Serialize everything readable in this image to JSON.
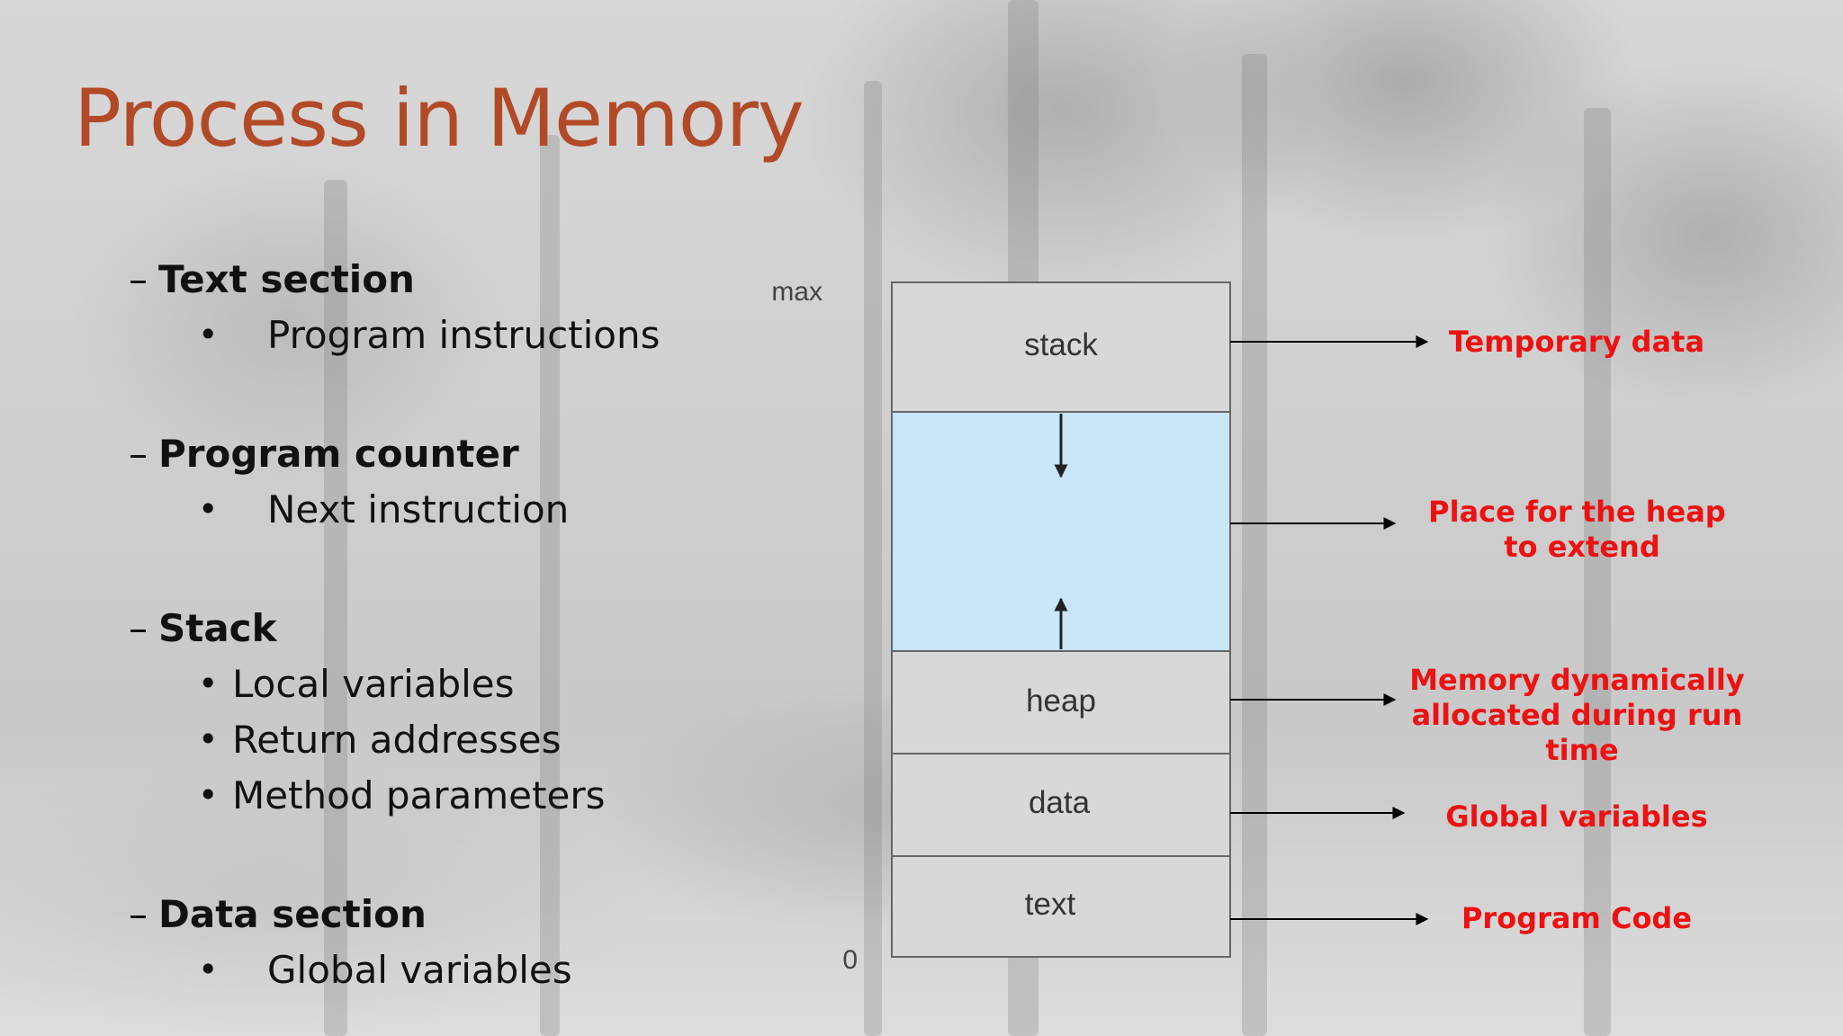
{
  "slide": {
    "title": "Process in Memory",
    "sections": [
      {
        "label": "Text section",
        "items": [
          "Program instructions"
        ]
      },
      {
        "label": "Program counter",
        "items": [
          "Next instruction"
        ]
      },
      {
        "label": "Stack",
        "items": [
          "Local variables",
          "Return addresses",
          "Method parameters"
        ]
      },
      {
        "label": "Data section",
        "items": [
          "Global variables"
        ]
      }
    ],
    "dash": "–",
    "bullet": "•"
  },
  "diagram": {
    "top_label": "max",
    "bottom_label": "0",
    "segments": [
      "stack",
      "heap",
      "data",
      "text"
    ],
    "annotations": [
      [
        "Temporary data"
      ],
      [
        "Place for the heap",
        "to extend"
      ],
      [
        "Memory dynamically",
        "allocated during run",
        "time"
      ],
      [
        "Global variables"
      ],
      [
        "Program Code"
      ]
    ],
    "colors": {
      "segment_fill": "#d8d8d8",
      "free_space_fill": "#c8e6f8",
      "annotation_text": "#ee1111",
      "title": "#b24a28"
    }
  }
}
